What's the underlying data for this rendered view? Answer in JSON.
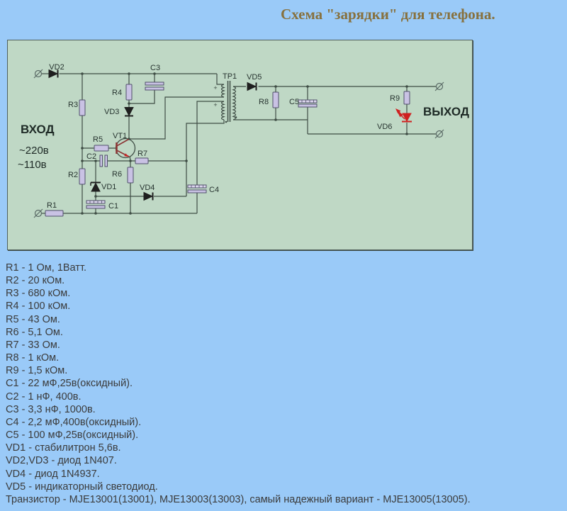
{
  "title": "Схема \"зарядки\" для телефона.",
  "colors": {
    "page_bg": "#9acaf8",
    "panel_bg": "#bfd8c5",
    "panel_border": "#51605b",
    "wire": "#3f4d45",
    "component_fill": "#c9c2e4",
    "component_stroke": "#50506a",
    "diode_fill": "#1f1f1f",
    "transistor_red": "#8b3434",
    "led_red": "#cf2020",
    "title_color": "#87713e",
    "list_text": "#3b3b3b"
  },
  "schematic": {
    "input": {
      "label": "ВХОД",
      "voltage1": "~220в",
      "voltage2": "~110в"
    },
    "output": {
      "label": "ВЫХОД"
    },
    "polarity_mark": "+",
    "labels": {
      "R1": "R1",
      "R2": "R2",
      "R3": "R3",
      "R4": "R4",
      "R5": "R5",
      "R6": "R6",
      "R7": "R7",
      "R8": "R8",
      "R9": "R9",
      "C1": "C1",
      "C2": "C2",
      "C3": "C3",
      "C4": "C4",
      "C5": "C5",
      "VD1": "VD1",
      "VD2": "VD2",
      "VD3": "VD3",
      "VD4": "VD4",
      "VD5": "VD5",
      "VD6": "VD6",
      "VT1": "VT1",
      "TP1": "TP1"
    }
  },
  "parts": [
    "R1 - 1 Ом, 1Ватт.",
    "R2 - 20 кОм.",
    "R3 - 680 кОм.",
    "R4 - 100 кОм.",
    "R5 - 43 Ом.",
    "R6 - 5,1 Ом.",
    "R7 - 33 Ом.",
    "R8 - 1 кОм.",
    "R9 - 1,5 кОм.",
    "C1 - 22 мФ,25в(оксидный).",
    "C2 - 1 нФ, 400в.",
    "C3 - 3,3 нФ, 1000в.",
    "C4 - 2,2 мФ,400в(оксидный).",
    "C5 - 100 мФ,25в(оксидный).",
    "VD1 - стабилитрон 5,6в.",
    "VD2,VD3 - диод 1N407.",
    "VD4 - диод 1N4937.",
    "VD5 - индикаторный светодиод.",
    "Транзистор - MJE13001(13001), MJE13003(13003), самый надежный вариант - MJE13005(13005)."
  ]
}
